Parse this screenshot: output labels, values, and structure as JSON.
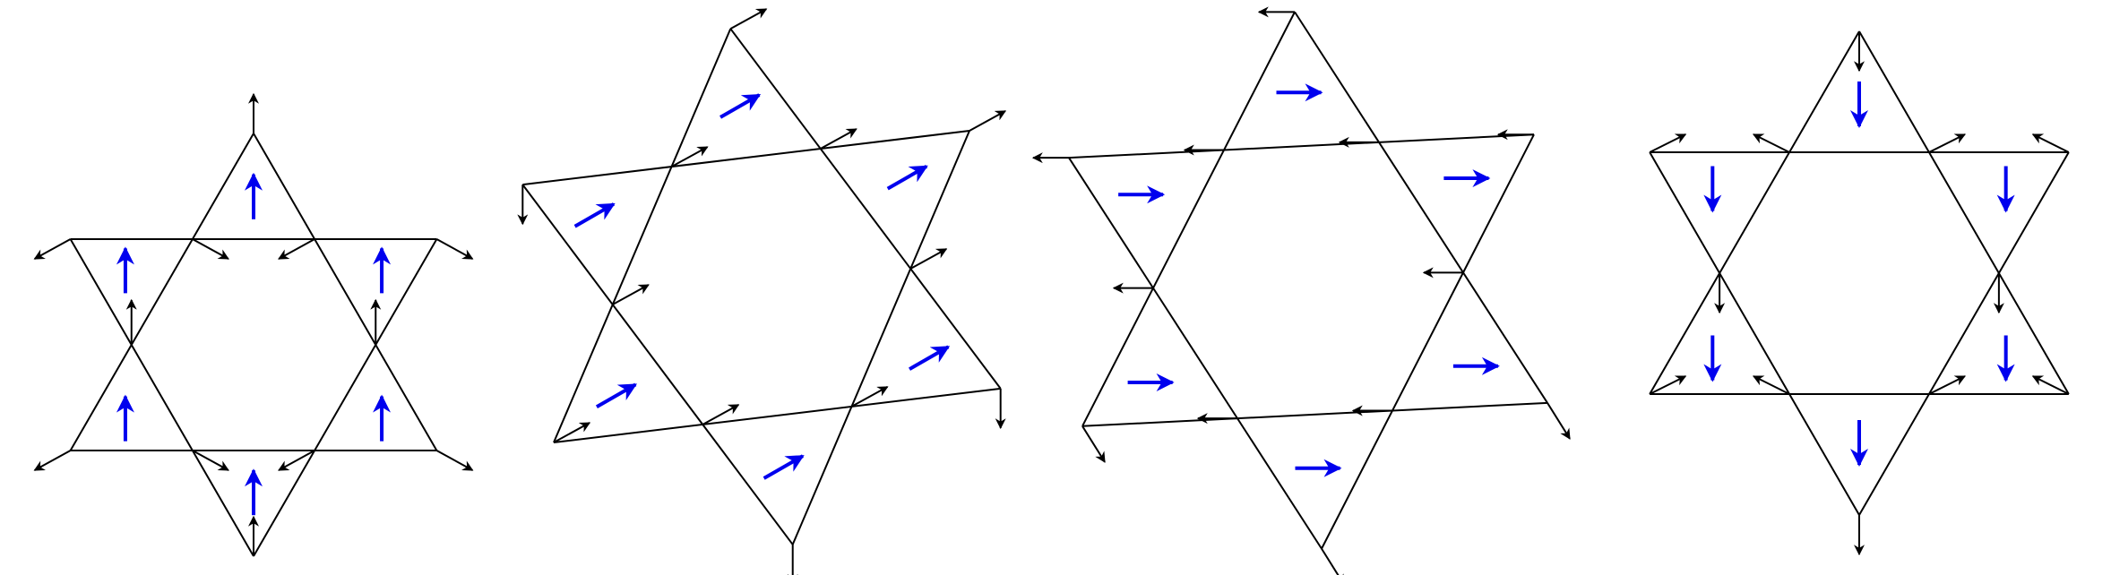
{
  "colors": {
    "outline": "#000000",
    "arrow_black": "#000000",
    "arrow_blue": "#0000ee",
    "background": "#ffffff"
  },
  "panels": [
    {
      "id": "panel-1",
      "blue_arrow_direction": "up"
    },
    {
      "id": "panel-2",
      "blue_arrow_direction": "up-right"
    },
    {
      "id": "panel-3",
      "blue_arrow_direction": "right"
    },
    {
      "id": "panel-4",
      "blue_arrow_direction": "down"
    }
  ]
}
